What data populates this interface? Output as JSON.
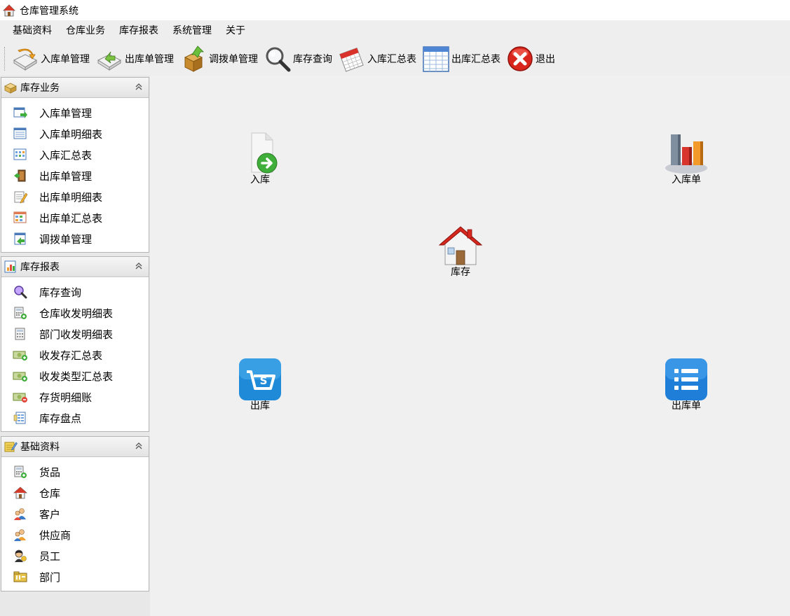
{
  "window": {
    "title": "仓库管理系统"
  },
  "menu": [
    "基础资料",
    "仓库业务",
    "库存报表",
    "系统管理",
    "关于"
  ],
  "toolbar": {
    "inbound_mgmt": "入库单管理",
    "outbound_mgmt": "出库单管理",
    "transfer_mgmt": "调拨单管理",
    "stock_query": "库存查询",
    "inbound_summary": "入库汇总表",
    "outbound_summary": "出库汇总表",
    "exit": "退出"
  },
  "sidebar": {
    "business": {
      "title": "库存业务",
      "items": [
        "入库单管理",
        "入库单明细表",
        "入库汇总表",
        "出库单管理",
        "出库单明细表",
        "出库单汇总表",
        "调拨单管理"
      ]
    },
    "reports": {
      "title": "库存报表",
      "items": [
        "库存查询",
        "仓库收发明细表",
        "部门收发明细表",
        "收发存汇总表",
        "收发类型汇总表",
        "存货明细账",
        "库存盘点"
      ]
    },
    "basic": {
      "title": "基础资料",
      "items": [
        "货品",
        "仓库",
        "客户",
        "供应商",
        "员工",
        "部门"
      ]
    }
  },
  "shortcuts": {
    "inbound": "入库",
    "inbound_doc": "入库单",
    "stock": "库存",
    "outbound": "出库",
    "outbound_doc": "出库单"
  }
}
